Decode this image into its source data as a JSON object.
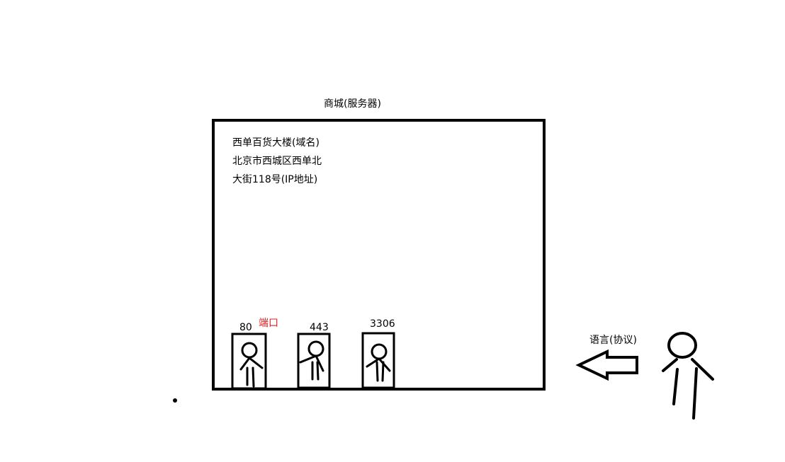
{
  "server": {
    "title": "商城(服务器)",
    "domain_line": "西单百货大楼(域名)",
    "address_line1": "北京市西城区西单北",
    "address_line2": "大街118号(IP地址)"
  },
  "ports": {
    "label": "端口",
    "label_color": "#e02020",
    "items": [
      "80",
      "443",
      "3306"
    ]
  },
  "protocol": {
    "label": "语言(协议)"
  }
}
